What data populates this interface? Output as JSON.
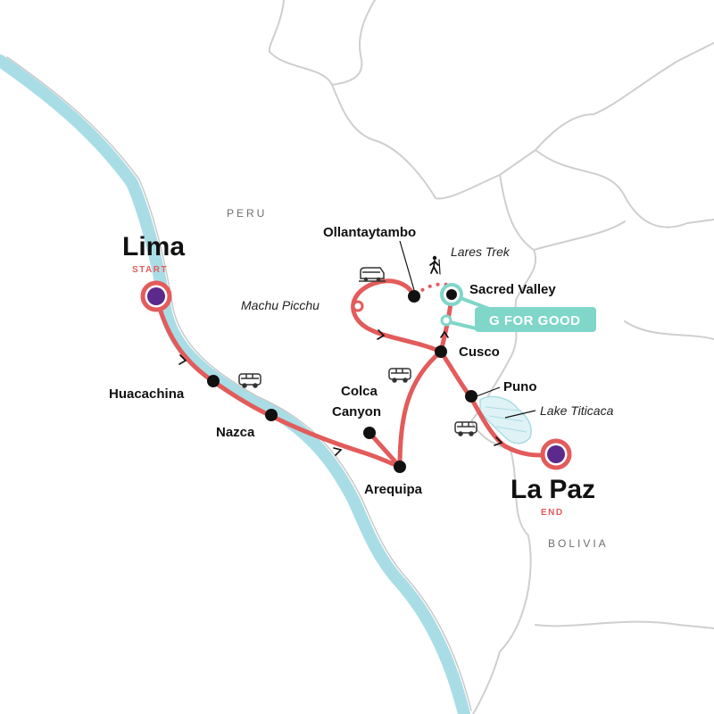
{
  "colors": {
    "route": "#e35b5b",
    "stop": "#111111",
    "endpoint_fill": "#5b2a8c",
    "good": "#7fd6c9",
    "border": "#c9c9c9",
    "coast": "#a9dde6"
  },
  "countries": {
    "peru": "PERU",
    "bolivia": "BOLIVIA"
  },
  "endpoints": {
    "start": {
      "name": "Lima",
      "tag": "START"
    },
    "end": {
      "name": "La Paz",
      "tag": "END"
    }
  },
  "stops": {
    "huacachina": "Huacachina",
    "nazca": "Nazca",
    "colca": [
      "Colca",
      "Canyon"
    ],
    "arequipa": "Arequipa",
    "cusco": "Cusco",
    "puno": "Puno",
    "machu_picchu": "Machu Picchu",
    "ollantaytambo": "Ollantaytambo",
    "sacred_valley": "Sacred Valley"
  },
  "features": {
    "lares_trek": "Lares Trek",
    "lake_titicaca": "Lake Titicaca",
    "g_for_good": "G FOR GOOD"
  },
  "transport_icons": [
    "bus-icon",
    "bus-icon",
    "bus-icon",
    "train-icon",
    "hiker-icon"
  ]
}
